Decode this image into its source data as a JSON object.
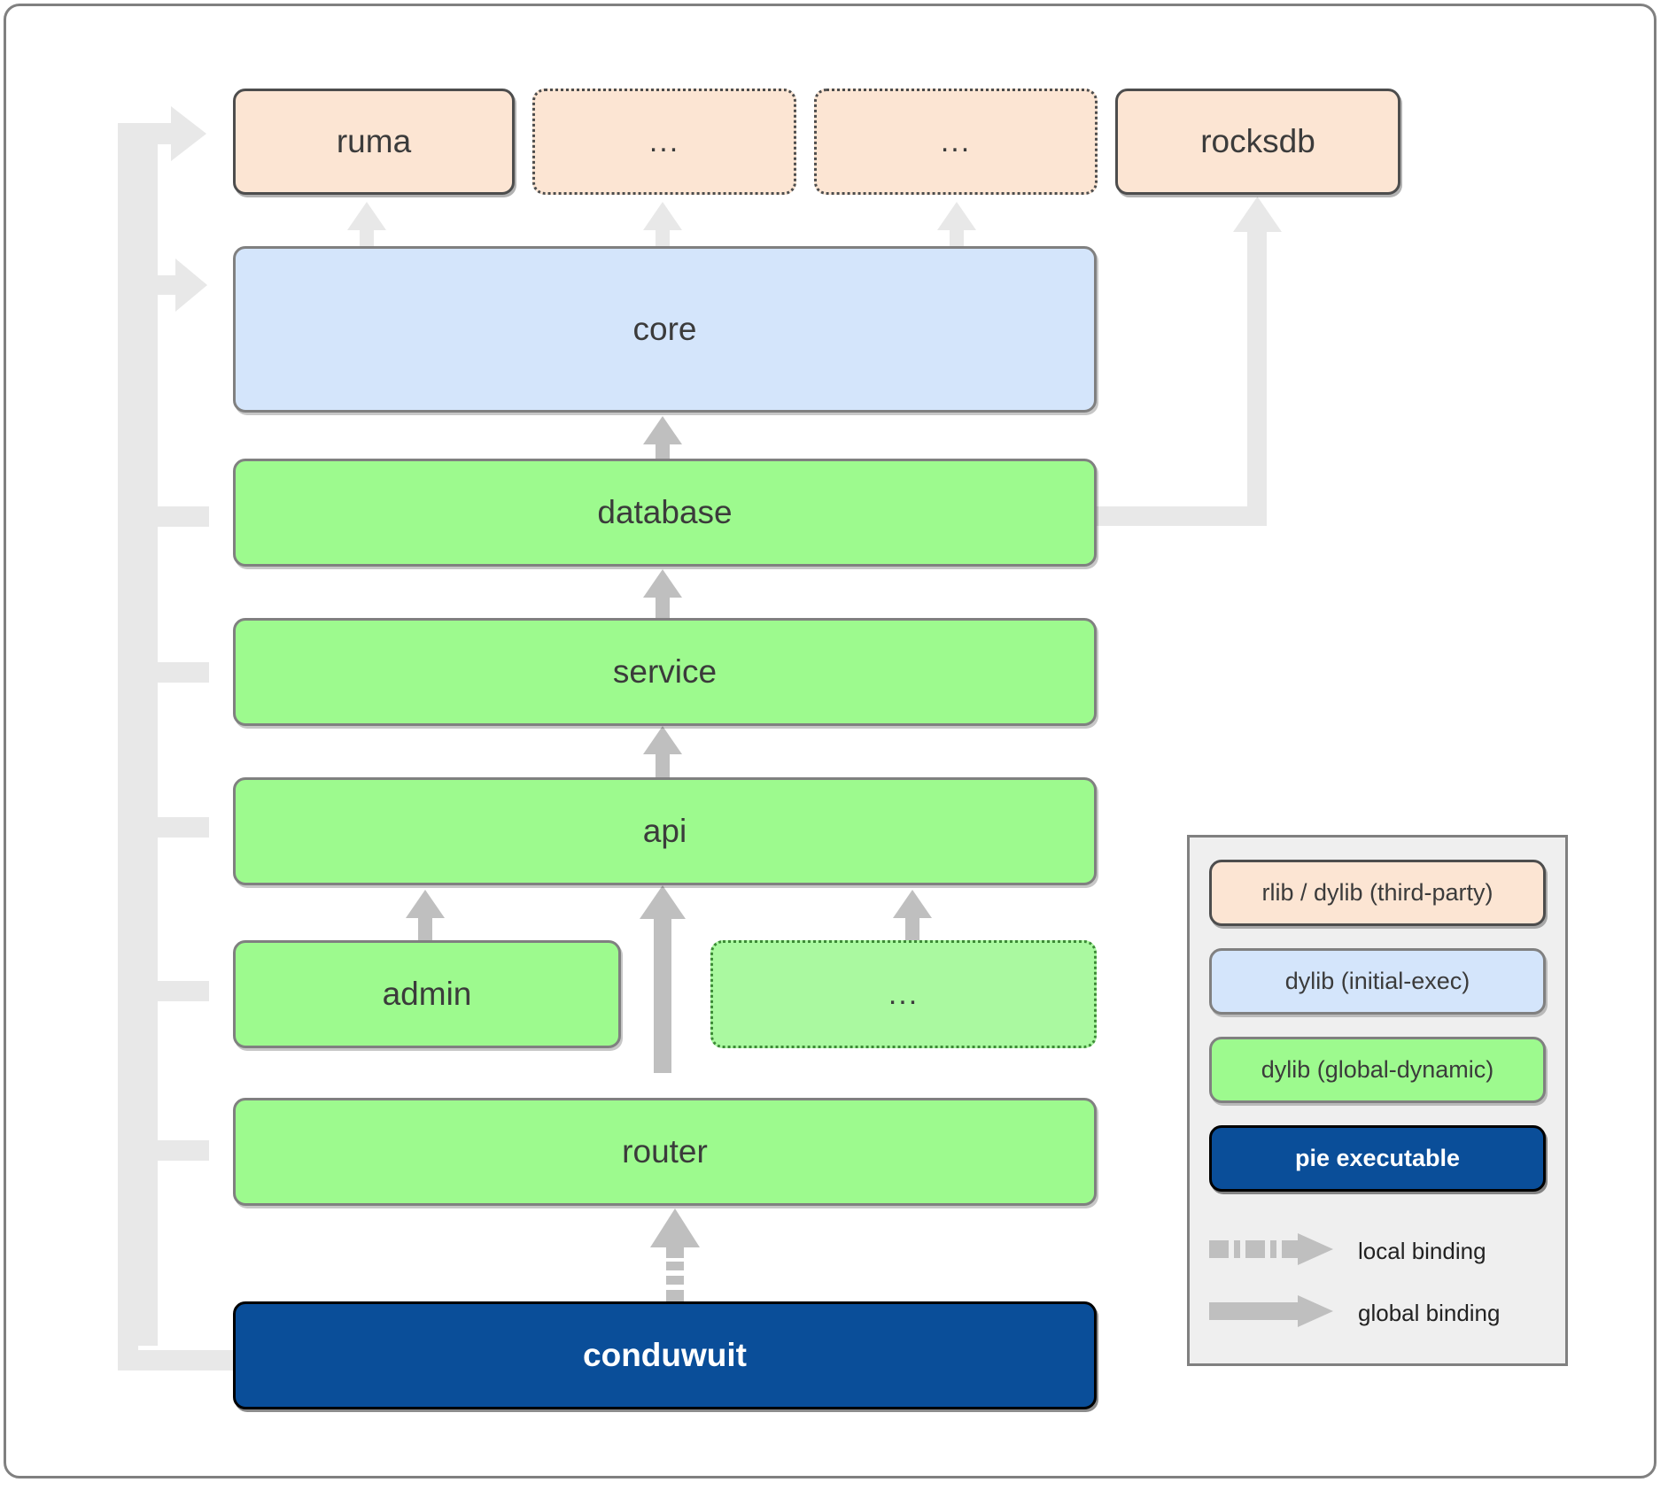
{
  "diagram": {
    "title": "conduwuit crate dependency / linkage diagram",
    "nodes": [
      {
        "id": "ruma",
        "label": "ruma",
        "kind": "rlib-dylib-third-party",
        "dotted": false,
        "row": 0
      },
      {
        "id": "third2",
        "label": "...",
        "kind": "rlib-dylib-third-party",
        "dotted": true,
        "row": 0
      },
      {
        "id": "third3",
        "label": "...",
        "kind": "rlib-dylib-third-party",
        "dotted": true,
        "row": 0
      },
      {
        "id": "rocksdb",
        "label": "rocksdb",
        "kind": "rlib-dylib-third-party",
        "dotted": false,
        "row": 0
      },
      {
        "id": "core",
        "label": "core",
        "kind": "dylib-initial-exec",
        "dotted": false,
        "row": 1
      },
      {
        "id": "database",
        "label": "database",
        "kind": "dylib-global-dynamic",
        "dotted": false,
        "row": 2
      },
      {
        "id": "service",
        "label": "service",
        "kind": "dylib-global-dynamic",
        "dotted": false,
        "row": 3
      },
      {
        "id": "api",
        "label": "api",
        "kind": "dylib-global-dynamic",
        "dotted": false,
        "row": 4
      },
      {
        "id": "admin",
        "label": "admin",
        "kind": "dylib-global-dynamic",
        "dotted": false,
        "row": 5
      },
      {
        "id": "plugins",
        "label": "...",
        "kind": "dylib-global-dynamic",
        "dotted": true,
        "row": 5
      },
      {
        "id": "router",
        "label": "router",
        "kind": "dylib-global-dynamic",
        "dotted": false,
        "row": 6
      },
      {
        "id": "conduwuit",
        "label": "conduwuit",
        "kind": "pie-executable",
        "dotted": false,
        "row": 7
      }
    ],
    "edges": [
      {
        "from": "core",
        "to": "ruma",
        "binding": "global"
      },
      {
        "from": "core",
        "to": "third2",
        "binding": "global"
      },
      {
        "from": "core",
        "to": "third3",
        "binding": "global"
      },
      {
        "from": "database",
        "to": "rocksdb",
        "binding": "global"
      },
      {
        "from": "database",
        "to": "core",
        "binding": "global"
      },
      {
        "from": "service",
        "to": "database",
        "binding": "global"
      },
      {
        "from": "api",
        "to": "service",
        "binding": "global"
      },
      {
        "from": "admin",
        "to": "api",
        "binding": "global"
      },
      {
        "from": "plugins",
        "to": "api",
        "binding": "global"
      },
      {
        "from": "router",
        "to": "api",
        "binding": "global"
      },
      {
        "from": "conduwuit",
        "to": "router",
        "binding": "local"
      },
      {
        "from": "conduwuit",
        "to": "ruma",
        "binding": "global"
      },
      {
        "from": "conduwuit",
        "to": "core",
        "binding": "global"
      },
      {
        "from": "conduwuit",
        "to": "database",
        "binding": "global"
      },
      {
        "from": "conduwuit",
        "to": "service",
        "binding": "global"
      },
      {
        "from": "conduwuit",
        "to": "api",
        "binding": "global"
      },
      {
        "from": "conduwuit",
        "to": "admin",
        "binding": "global"
      },
      {
        "from": "conduwuit",
        "to": "router",
        "binding": "global"
      }
    ]
  },
  "legend": {
    "items": [
      {
        "key": "third",
        "label": "rlib / dylib (third-party)"
      },
      {
        "key": "blue",
        "label": "dylib (initial-exec)"
      },
      {
        "key": "green",
        "label": "dylib (global-dynamic)"
      },
      {
        "key": "pie",
        "label": "pie executable"
      }
    ],
    "edge_items": [
      {
        "key": "local",
        "label": "local binding"
      },
      {
        "key": "global",
        "label": "global binding"
      }
    ]
  },
  "colors": {
    "third_party_fill": "#fce5d3",
    "initial_exec_fill": "#d4e5fb",
    "global_dynamic_fill": "#9dfa8e",
    "pie_fill": "#0a4e99",
    "edge_grey": "#bdbdbd",
    "rail_grey": "#e8e8e8",
    "frame_border": "#808080",
    "legend_bg": "#efefef"
  }
}
